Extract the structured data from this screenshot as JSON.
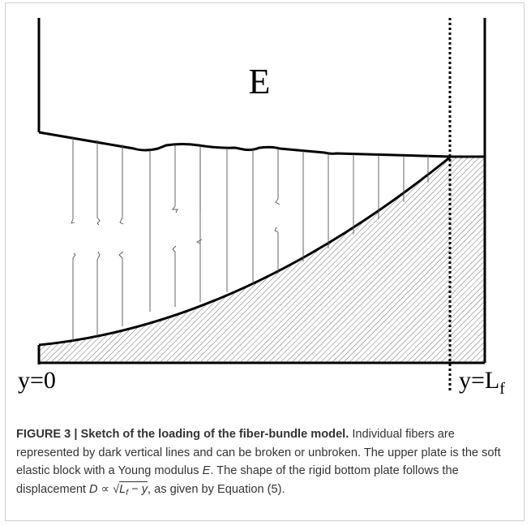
{
  "figure": {
    "block_label": "E",
    "label_left": "y=0",
    "label_right_main": "y=L",
    "label_right_sub": "f"
  },
  "caption": {
    "label": "FIGURE 3 | Sketch of the loading of the fiber-bundle model.",
    "text_1": " Individual fibers are represented by dark vertical lines and can be broken or unbroken. The upper plate is the soft elastic block with a Young modulus ",
    "modulus": "E",
    "text_2": ". The shape of the rigid bottom plate follows the displacement ",
    "formula_d": "D",
    "formula_prop": " ∝ ",
    "formula_L": "L",
    "formula_f": "f",
    "formula_minus": " − ",
    "formula_y": "y",
    "text_3": ", as given by Equation (5)."
  }
}
